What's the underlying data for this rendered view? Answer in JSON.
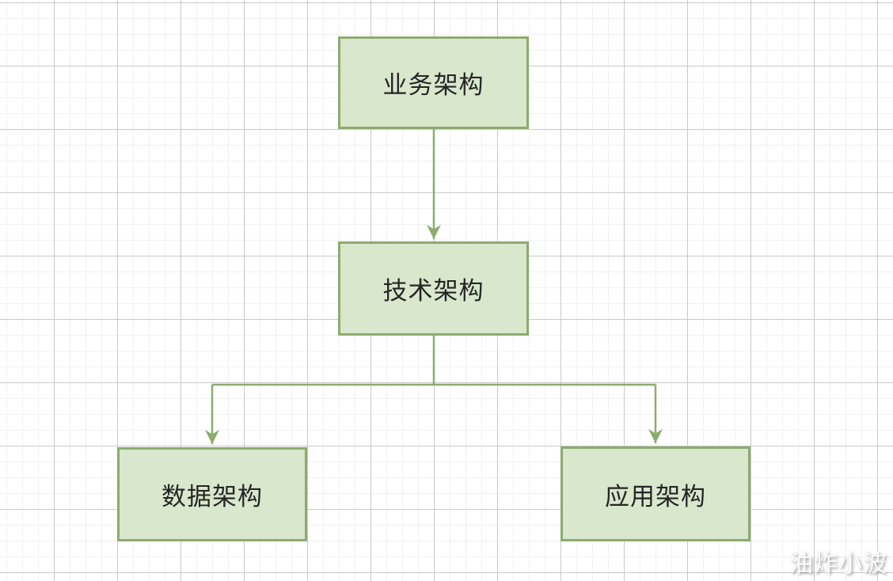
{
  "diagram": {
    "nodes": [
      {
        "id": "business",
        "label": "业务架构"
      },
      {
        "id": "technology",
        "label": "技术架构"
      },
      {
        "id": "data",
        "label": "数据架构"
      },
      {
        "id": "application",
        "label": "应用架构"
      }
    ],
    "edges": [
      {
        "from": "business",
        "to": "technology",
        "style": "arrow-down"
      },
      {
        "from": "technology",
        "to": "data",
        "style": "elbow-arrow"
      },
      {
        "from": "technology",
        "to": "application",
        "style": "elbow-arrow"
      }
    ]
  },
  "watermark": {
    "text": "油炸小波"
  },
  "colors": {
    "node_fill": "#d9e7cd",
    "node_border": "#8cab6f",
    "connector": "#8cab6f",
    "grid_minor": "#f1f1f1",
    "grid_major": "#c9c9c9",
    "node_text": "#252525",
    "watermark_text": "#ffffff",
    "background": "#ffffff"
  }
}
